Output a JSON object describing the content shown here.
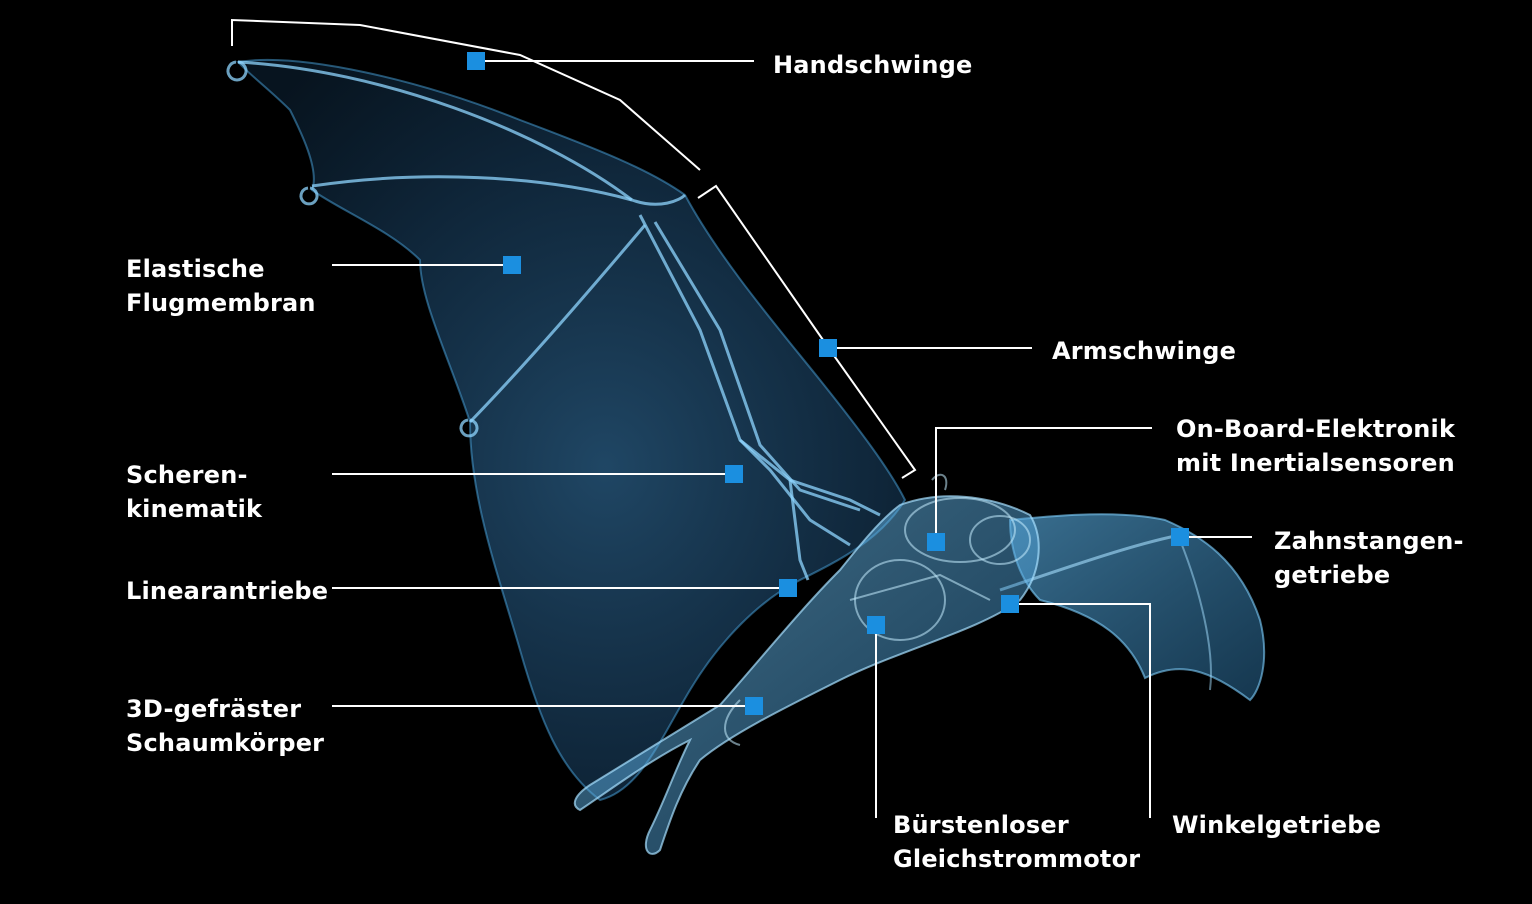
{
  "colors": {
    "background": "#000000",
    "marker": "#1b8fe0",
    "body": "#6ec8ff",
    "leader": "#ffffff",
    "label_text": "#ffffff"
  },
  "labels": {
    "handschwinge": [
      "Handschwinge"
    ],
    "elastische_flugmembran": [
      "Elastische",
      "Flugmembran"
    ],
    "armschwinge": [
      "Armschwinge"
    ],
    "on_board_elektronik": [
      "On-Board-Elektronik",
      "mit Inertialsensoren"
    ],
    "scherenkinematik": [
      "Scheren-",
      "kinematik"
    ],
    "zahnstangengetriebe": [
      "Zahnstangen-",
      "getriebe"
    ],
    "linearantriebe": [
      "Linearantriebe"
    ],
    "schaumkoerper": [
      "3D-gefräster",
      "Schaumkörper"
    ],
    "motor": [
      "Bürstenloser",
      "Gleichstrommotor"
    ],
    "winkelgetriebe": [
      "Winkelgetriebe"
    ]
  }
}
